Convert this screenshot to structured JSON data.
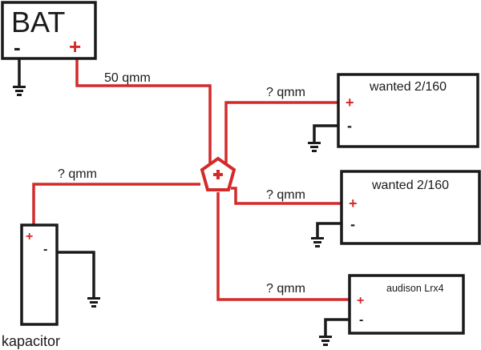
{
  "colors": {
    "positive_wire": "#d42a2a",
    "ground_wire": "#1a1a1a",
    "background": "#ffffff"
  },
  "battery": {
    "label": "BAT",
    "neg": "-",
    "pos": "+"
  },
  "fuse_block": {
    "icon": "distribution-block-plus-icon",
    "symbol": "+"
  },
  "wires": {
    "main": "50 qmm",
    "amp1": "? qmm",
    "amp2": "? qmm",
    "amp3": "? qmm",
    "cap": "? qmm"
  },
  "amps": [
    {
      "label": "wanted 2/160",
      "pos": "+",
      "neg": "-"
    },
    {
      "label": "wanted 2/160",
      "pos": "+",
      "neg": "-"
    },
    {
      "label": "audison Lrx4",
      "pos": "+",
      "neg": "-"
    }
  ],
  "capacitor": {
    "label": "kapacitor",
    "pos": "+",
    "neg": "-"
  }
}
